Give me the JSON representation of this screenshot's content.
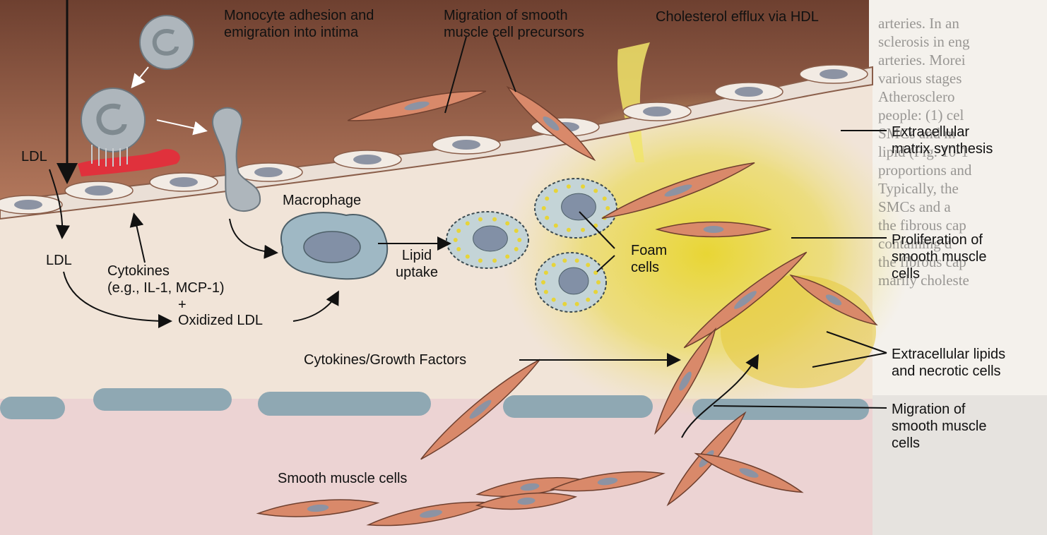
{
  "labels": {
    "monocyte": "Monocyte adhesion and\nemigration into intima",
    "smc_precursors": "Migration of smooth\nmuscle cell precursors",
    "hdl": "Cholesterol efflux via HDL",
    "ldl_top": "LDL",
    "ldl_mid": "LDL",
    "macrophage": "Macrophage",
    "lipid_uptake": "Lipid\nuptake",
    "foam_cells": "Foam\ncells",
    "cytokines": "Cytokines\n(e.g., IL-1, MCP-1)",
    "plus": "+",
    "oxidized_ldl": "Oxidized LDL",
    "cytokines_gf": "Cytokines/Growth Factors",
    "ecm": "Extracellular\nmatrix synthesis",
    "proliferation": "Proliferation of\nsmooth muscle\ncells",
    "ext_lipids": "Extracellular lipids\nand necrotic cells",
    "migration": "Migration of\nsmooth muscle\ncells",
    "smooth_muscle": "Smooth muscle cells"
  },
  "background_text": {
    "right_column": "arteries. In an\nsclerosis in eng\narteries. Morei\nvarious stages\n   Atherosclero\npeople: (1) cel\nSMCs and m\nlipid (Fig. 10-1\nproportions and\nTypically, the\nSMCs and a\nthe fibrous cap\ncontaining d\nthe fibrous cap\nmarily choleste"
  },
  "colors": {
    "endothelium_brown": "#7a4a36",
    "intima": "#f1e4d8",
    "media": "#ecd3d3",
    "smc": "#d9896a",
    "monocyte": "#a9b2b8",
    "basement_membrane": "#8fa8b3",
    "lipid_yellow": "#e5d233",
    "injury_red": "#e0313c"
  }
}
